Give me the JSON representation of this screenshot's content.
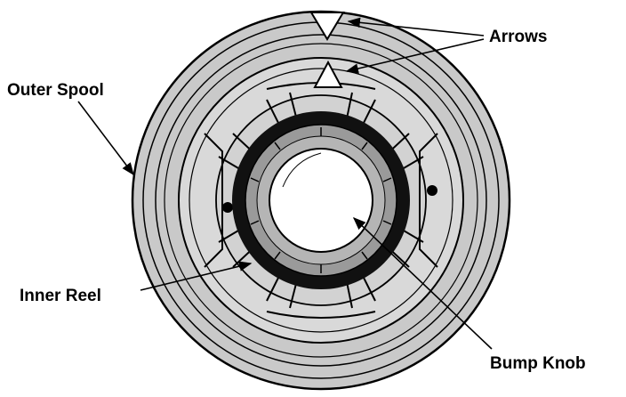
{
  "labels": {
    "arrows": "Arrows",
    "outer_spool": "Outer Spool",
    "inner_reel": "Inner Reel",
    "bump_knob": "Bump Knob"
  },
  "colors": {
    "outer_spool": "#c9c9c9",
    "inner_ring_band": "#9a9a9a",
    "black_band": "#111111",
    "hub": "#ffffff",
    "line": "#000000"
  }
}
